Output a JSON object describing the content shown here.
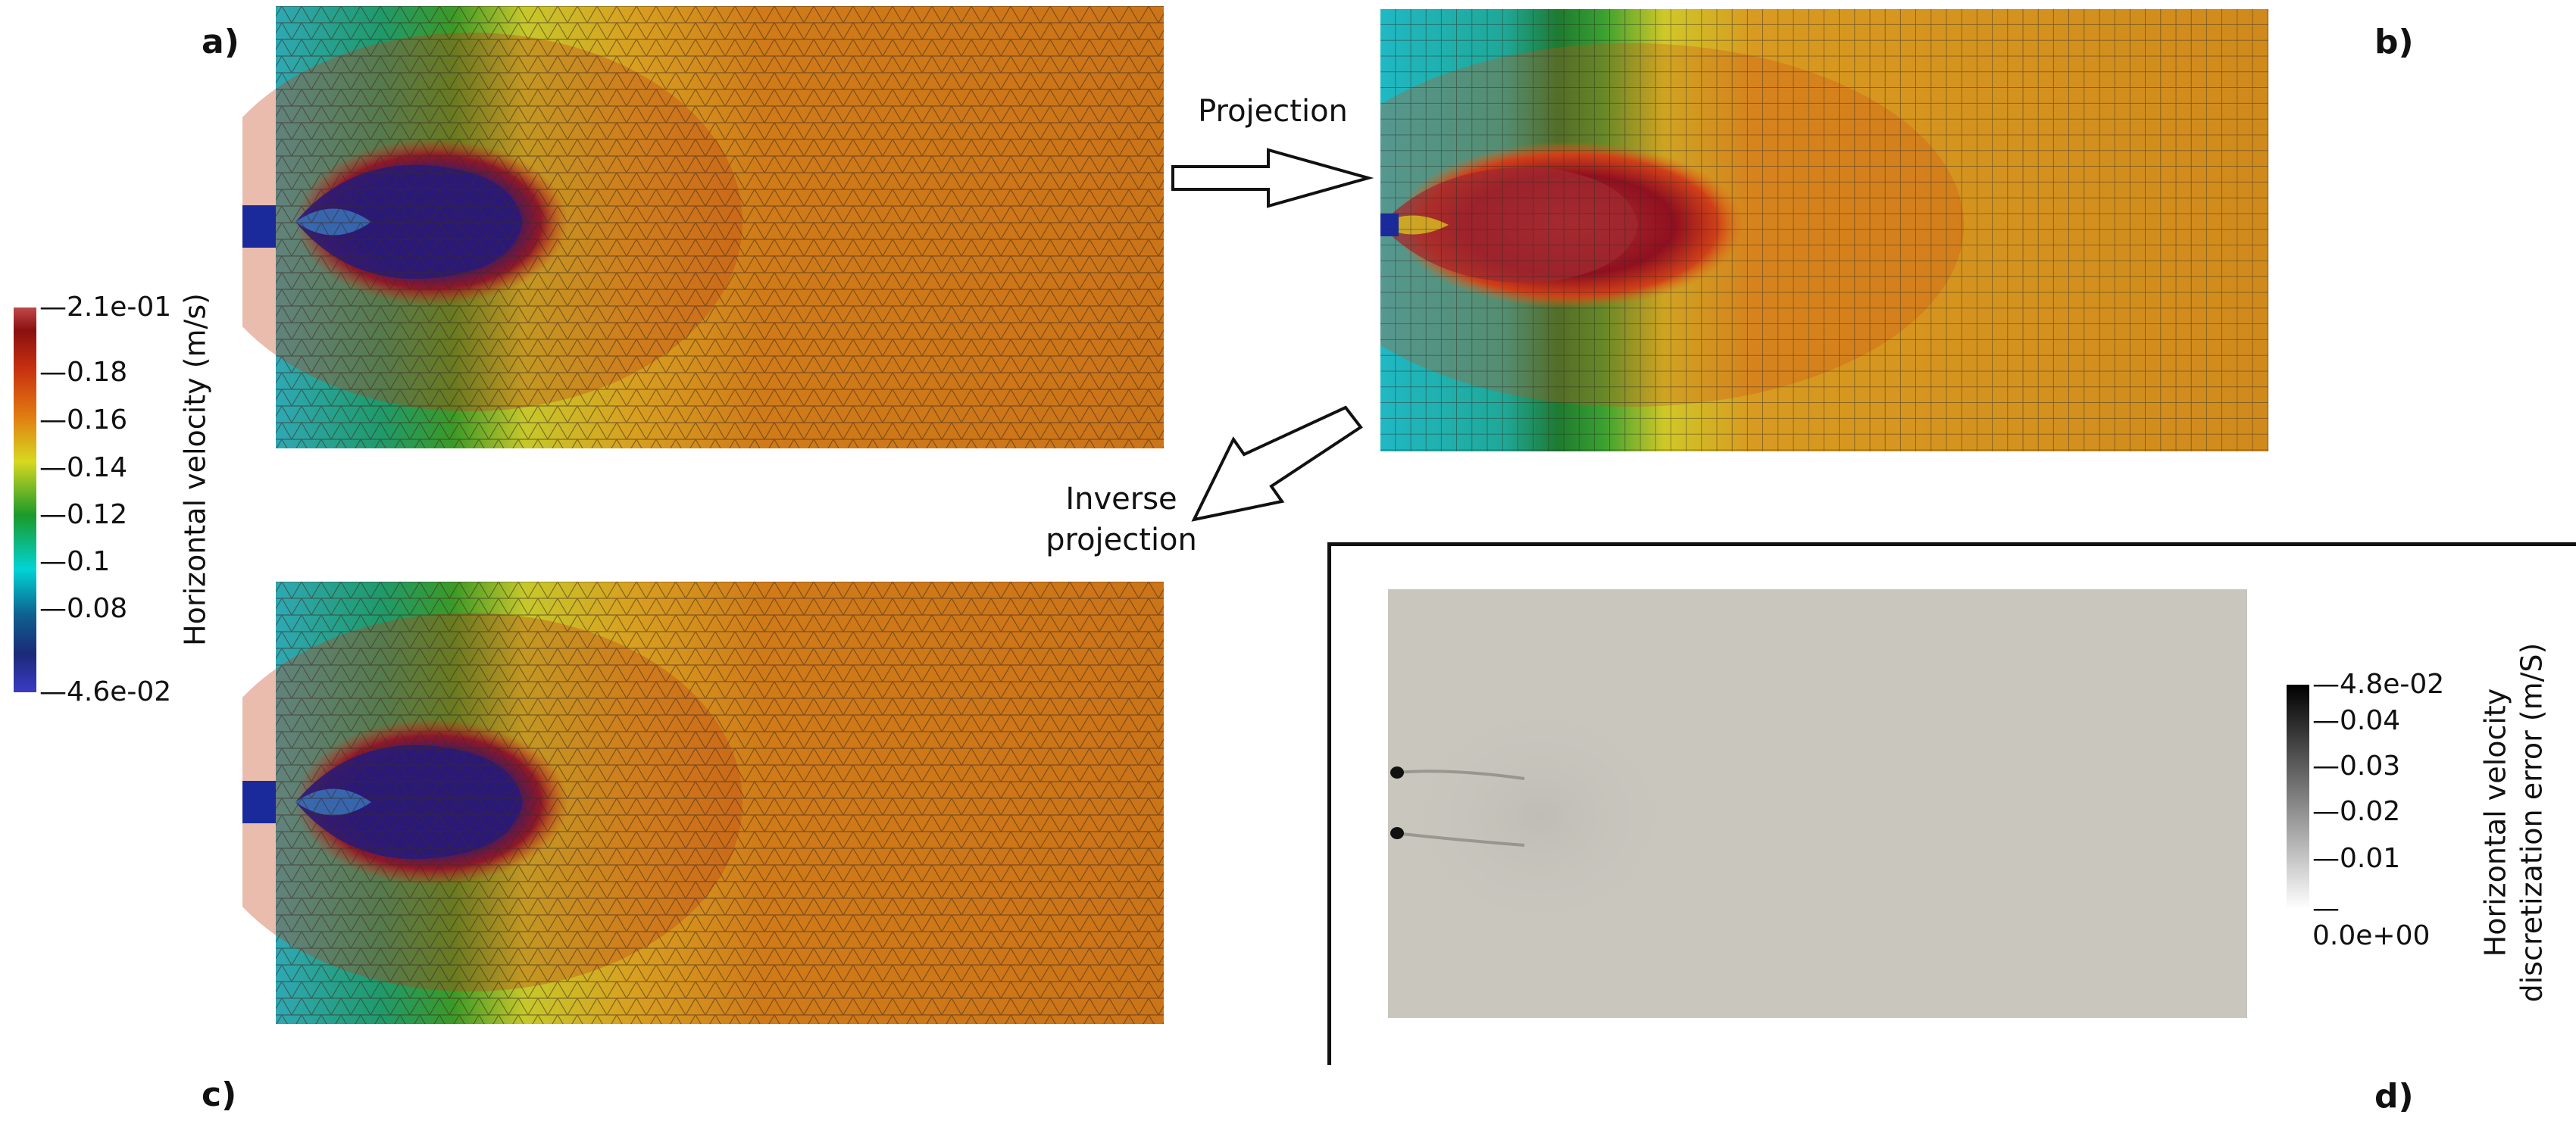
{
  "panels": {
    "a": {
      "label": "a)"
    },
    "b": {
      "label": "b)"
    },
    "c": {
      "label": "c)"
    },
    "d": {
      "label": "d)"
    }
  },
  "arrows": {
    "projection": {
      "label": "Projection"
    },
    "inverse_projection": {
      "label_line1": "Inverse",
      "label_line2": "projection"
    }
  },
  "colorbar_velocity": {
    "title": "Horizontal velocity (m/s)",
    "ticks": [
      "2.1e-01",
      "0.18",
      "0.16",
      "0.14",
      "0.12",
      "0.1",
      "0.08",
      "4.6e-02"
    ],
    "colormap": [
      "#3b3bc4",
      "#1b2a78",
      "#0f5f8f",
      "#00d4d4",
      "#1a9a2a",
      "#d8d820",
      "#e07a10",
      "#c83010",
      "#8a1010",
      "#c04848"
    ]
  },
  "colorbar_error": {
    "title_line1": "Horizontal velocity",
    "title_line2": "discretization error (m/S)",
    "ticks": [
      "4.8e-02",
      "0.04",
      "0.03",
      "0.02",
      "0.01",
      "0.0e+00"
    ]
  }
}
